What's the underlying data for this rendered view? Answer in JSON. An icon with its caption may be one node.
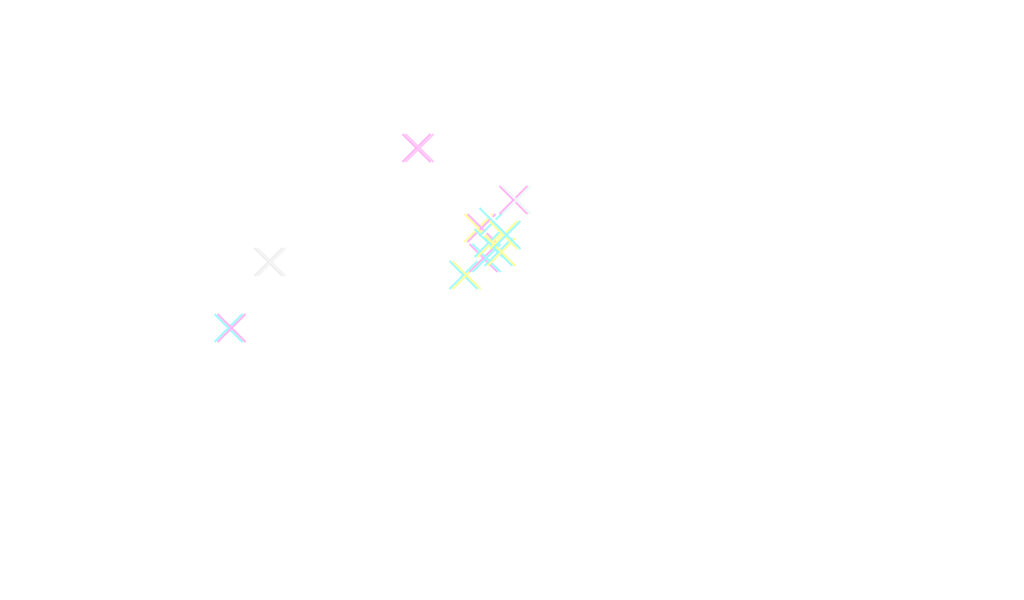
{
  "diagram": {
    "nodes": [
      {
        "text": [],
        "shape": "cross"
      },
      {
        "text": [],
        "shape": "cross"
      },
      {
        "text": [],
        "shape": "cross"
      },
      {
        "text": [],
        "shape": "cross"
      },
      {
        "text": [],
        "shape": "cross"
      },
      {
        "text": [],
        "shape": "cross"
      },
      {
        "text": [],
        "shape": "cross"
      },
      {
        "text": [],
        "shape": "cross"
      },
      {
        "text": [],
        "shape": "cross"
      },
      {
        "text": [],
        "shape": "cross"
      },
      {
        "text": [],
        "shape": "cross"
      }
    ]
  }
}
